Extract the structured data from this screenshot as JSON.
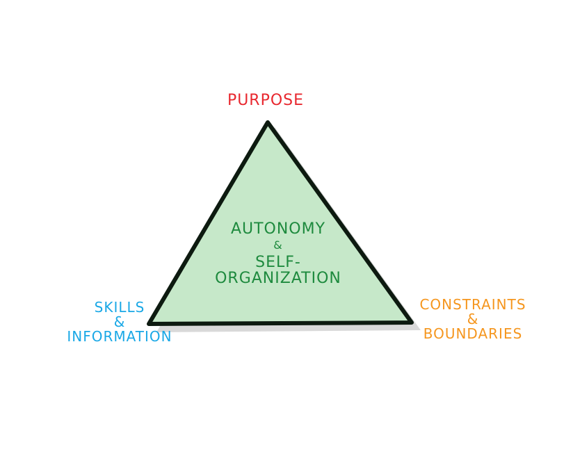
{
  "diagram": {
    "title": "Purpose / Skills & Information / Constraints & Boundaries triangle",
    "apex": {
      "label": "PURPOSE",
      "color": "#e8282f"
    },
    "bottom_left": {
      "lines": [
        "SKILLS",
        "&",
        "INFORMATION"
      ],
      "color": "#1aa8e6"
    },
    "bottom_right": {
      "lines": [
        "CONSTRAINTS",
        "&",
        "BOUNDARIES"
      ],
      "color": "#f5961e"
    },
    "center": {
      "lines": [
        "AUTONOMY",
        "&",
        "SELF-ORGANIZATION"
      ],
      "color": "#1e8a3e",
      "highlight": "#9ed7a5"
    },
    "triangle": {
      "fill": "#c6e8c9",
      "stroke": "#0d1a10",
      "shadow": "#d9d9d9"
    }
  }
}
